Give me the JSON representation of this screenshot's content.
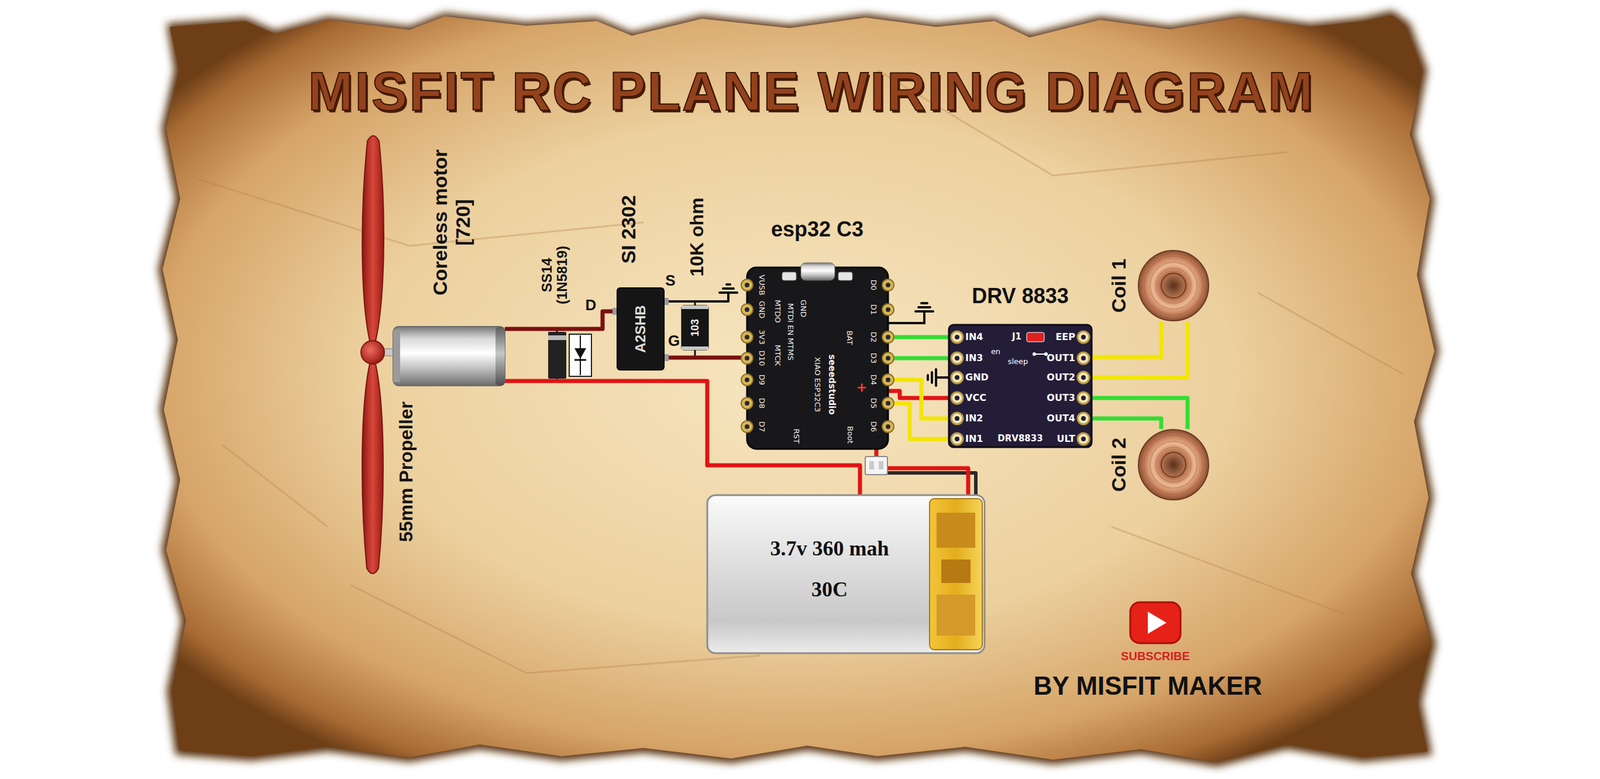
{
  "diagram": {
    "title": "MISFIT RC PLANE WIRING DIAGRAM",
    "nodes": [
      {
        "text": [
          "55mm Propeller"
        ]
      },
      {
        "text": [
          "Coreless motor [720]"
        ]
      },
      {
        "text": [
          "SS14 (1N5819)"
        ]
      },
      {
        "text": [
          "SI 2302",
          "A2SHB"
        ]
      },
      {
        "text": [
          "10K ohm",
          "103"
        ]
      },
      {
        "text": [
          "esp32 C3",
          "D0",
          "D1",
          "D2",
          "D3",
          "D4",
          "D5",
          "D6",
          "VUSB",
          "GND",
          "3V3",
          "D10",
          "D9",
          "D8",
          "D7",
          "MTDO",
          "MTDI EN MTMS",
          "MTCK",
          "GND",
          "XIAO ESP32C3",
          "seeedstudio",
          "BAT",
          "+",
          "RST",
          "Boot"
        ]
      },
      {
        "text": [
          "DRV 8833",
          "IN4",
          "IN3",
          "GND",
          "VCC",
          "IN2",
          "IN1",
          "EEP",
          "OUT1",
          "OUT2",
          "OUT3",
          "OUT4",
          "ULT",
          "J1",
          "en",
          "sleep",
          "DRV8833"
        ]
      },
      {
        "text": [
          "Coil 1"
        ]
      },
      {
        "text": [
          "Coil 2"
        ]
      },
      {
        "text": [
          "3.7v 360 mah",
          "30C"
        ]
      }
    ],
    "edges": [
      {
        "from": 1,
        "to": 3,
        "arrow": "none"
      },
      {
        "from": 3,
        "to": 5,
        "arrow": "none"
      },
      {
        "from": 1,
        "to": 9,
        "arrow": "none"
      },
      {
        "from": 9,
        "to": 5,
        "arrow": "none"
      },
      {
        "from": 5,
        "to": 6,
        "arrow": "none"
      },
      {
        "from": 5,
        "to": 6,
        "arrow": "none"
      },
      {
        "from": 5,
        "to": 6,
        "arrow": "none"
      },
      {
        "from": 5,
        "to": 6,
        "arrow": "none"
      },
      {
        "from": 5,
        "to": 6,
        "arrow": "none"
      },
      {
        "from": 6,
        "to": 7,
        "arrow": "none"
      },
      {
        "from": 6,
        "to": 7,
        "arrow": "none"
      },
      {
        "from": 6,
        "to": 8,
        "arrow": "none"
      },
      {
        "from": 6,
        "to": 8,
        "arrow": "none"
      }
    ],
    "labels": [
      "D",
      "S",
      "G",
      "SUBSCRIBE",
      "BY MISFIT MAKER"
    ]
  }
}
